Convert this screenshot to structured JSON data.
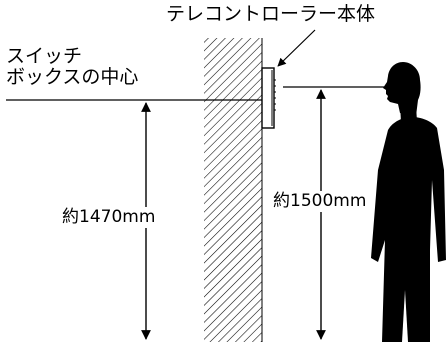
{
  "labels": {
    "controller": "テレコントローラー本体",
    "switch_line1": "スイッチ",
    "switch_line2": "ボックスの中心",
    "height_switch": "約1470mm",
    "height_controller": "約1500mm"
  },
  "colors": {
    "ink": "#000000",
    "background": "#ffffff"
  },
  "icons": {
    "person": "person-silhouette-icon",
    "wall": "hatched-wall",
    "device": "wall-mounted-controller"
  }
}
